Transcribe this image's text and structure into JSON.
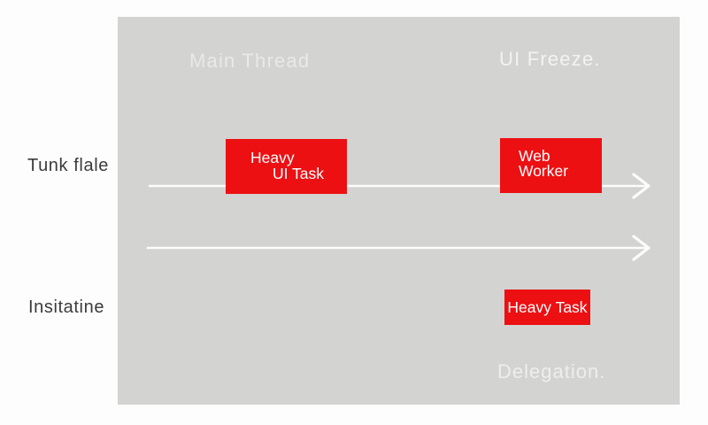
{
  "colors": {
    "page_background": "#fdfdfd",
    "panel_background": "#d3d3d1",
    "task_red": "#ec1013",
    "box_text": "#ffffff",
    "arrow_white": "#fcfcfc",
    "panel_label_light": "#e9e9e7",
    "side_label_dark": "#3b3b3b"
  },
  "panel": {
    "main_thread_label": "Main Thread",
    "ui_freeze_label": "UI Freeze.",
    "delegation_label": "Delegation."
  },
  "side_labels": {
    "top": "Tunk flale",
    "bottom": "Insitatine"
  },
  "boxes": {
    "heavy_ui_task": {
      "line1": "Heavy",
      "line2": "UI Task"
    },
    "web_worker": {
      "line1": "Web",
      "line2": "Worker"
    },
    "heavy_task": {
      "label": "Heavy Task"
    }
  }
}
